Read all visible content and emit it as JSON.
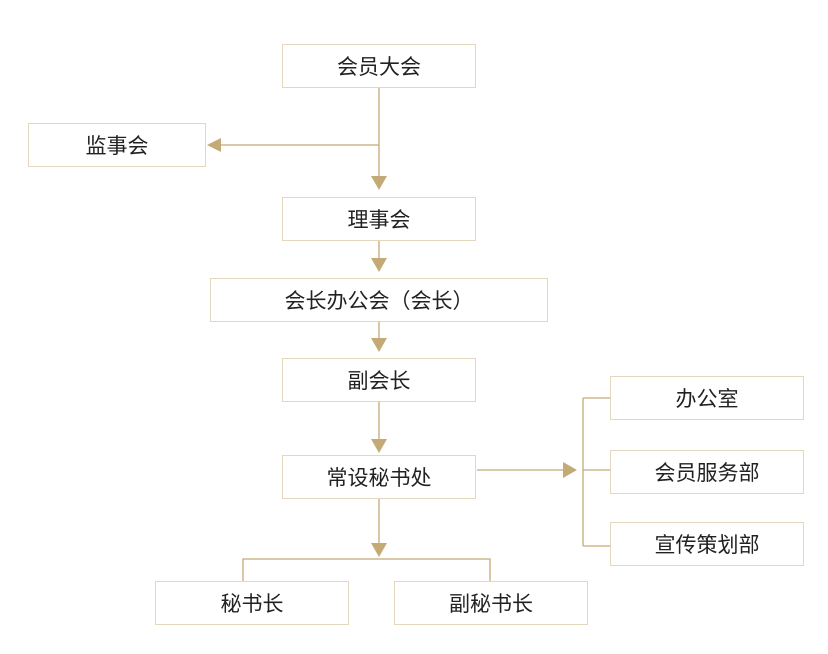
{
  "nodes": {
    "general_assembly": "会员大会",
    "supervisory_board": "监事会",
    "council": "理事会",
    "president_office": "会长办公会（会长）",
    "vice_president": "副会长",
    "secretariat": "常设秘书处",
    "office": "办公室",
    "member_services": "会员服务部",
    "publicity_planning": "宣传策划部",
    "secretary_general": "秘书长",
    "deputy_secretary_general": "副秘书长"
  },
  "colors": {
    "line": "#c4aa77",
    "border": "#e4d7bd",
    "text": "#222222"
  }
}
